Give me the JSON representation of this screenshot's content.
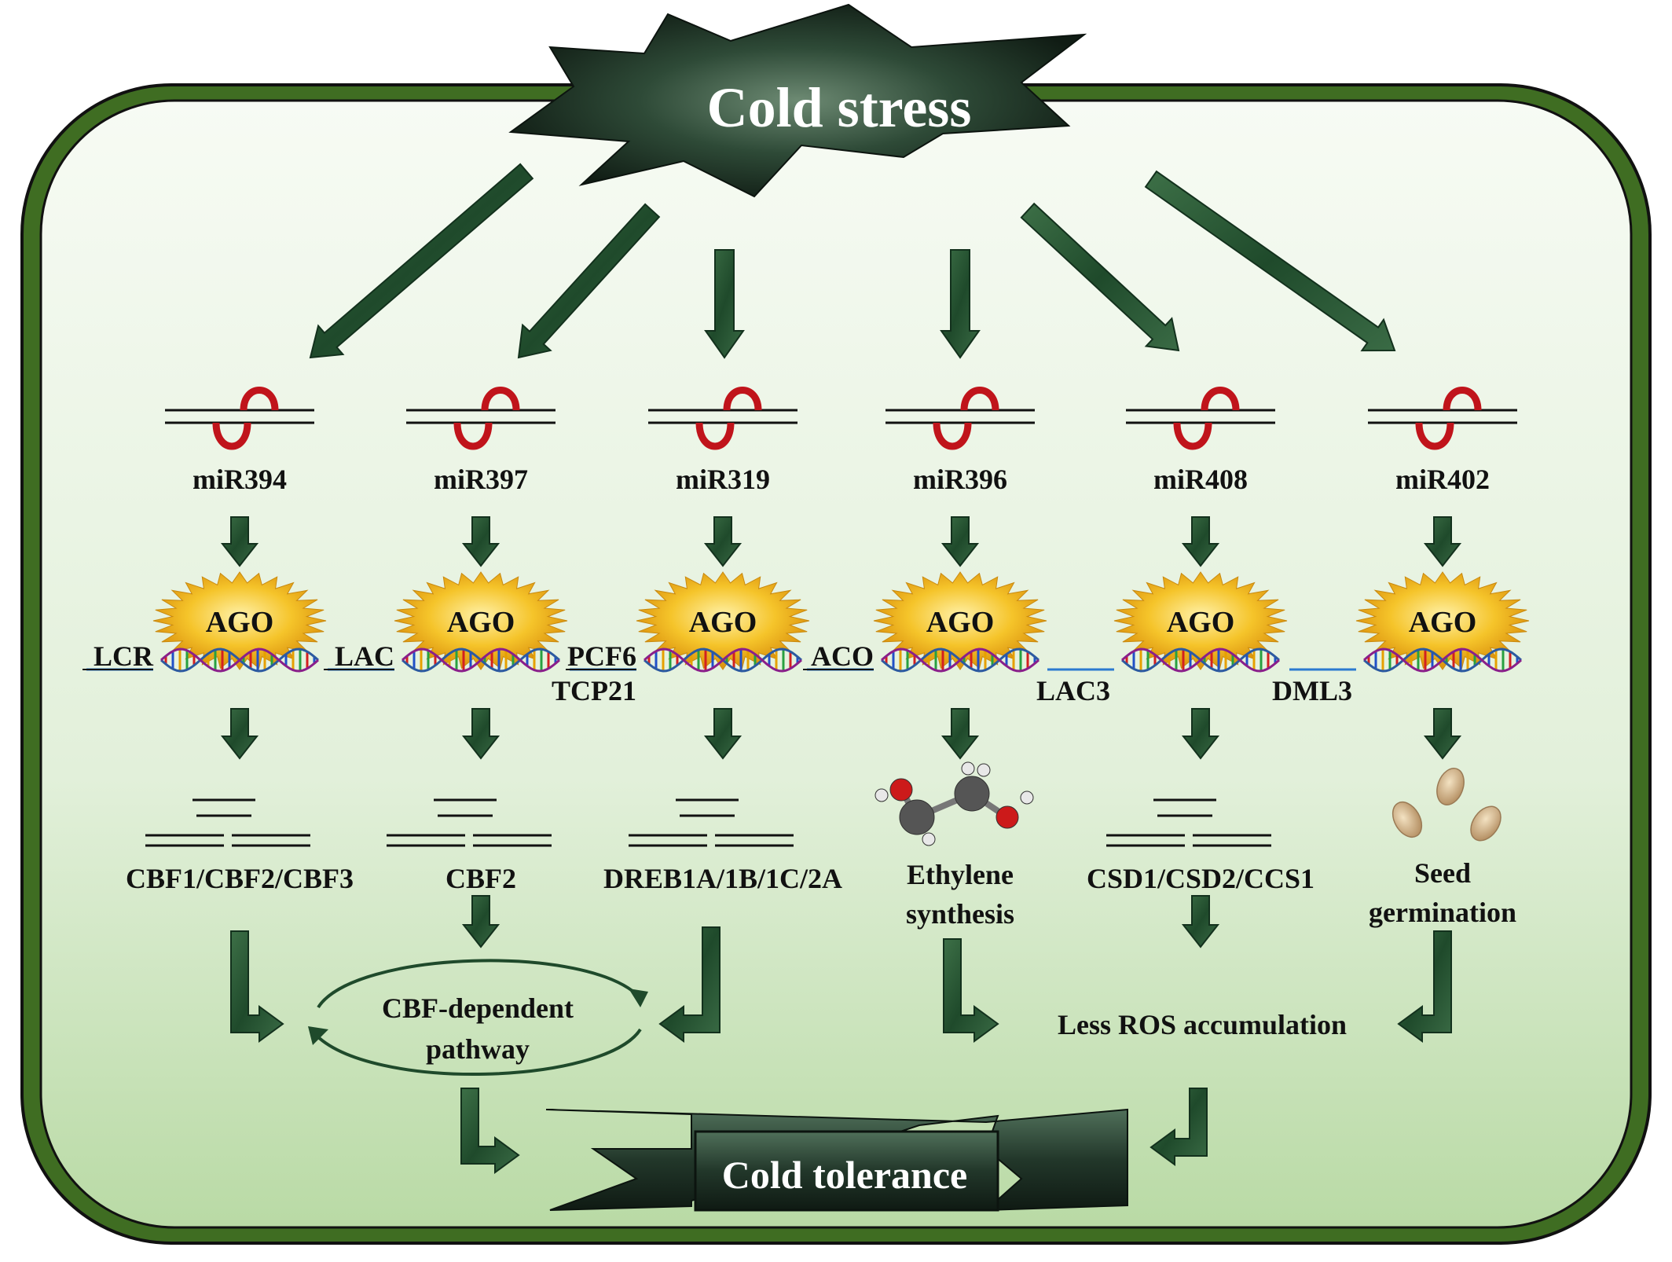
{
  "title": "Cold stress",
  "bottom_label": "Cold tolerance",
  "columns": [
    {
      "mirna": "miR394",
      "ago": "AGO",
      "targets": [
        "LCR"
      ],
      "product_type": "genes",
      "product": [
        "CBF1/CBF2/CBF3"
      ]
    },
    {
      "mirna": "miR397",
      "ago": "AGO",
      "targets": [
        "LAC"
      ],
      "product_type": "genes",
      "product": [
        "CBF2"
      ]
    },
    {
      "mirna": "miR319",
      "ago": "AGO",
      "targets": [
        "PCF6",
        "TCP21"
      ],
      "product_type": "genes",
      "product": [
        "DREB1A/1B/1C/2A"
      ]
    },
    {
      "mirna": "miR396",
      "ago": "AGO",
      "targets": [
        "ACO"
      ],
      "product_type": "molecule",
      "product": [
        "Ethylene",
        "synthesis"
      ]
    },
    {
      "mirna": "miR408",
      "ago": "AGO",
      "targets": [
        "LAC3"
      ],
      "product_type": "genes",
      "product": [
        "CSD1/CSD2/CCS1"
      ]
    },
    {
      "mirna": "miR402",
      "ago": "AGO",
      "targets": [
        "DML3"
      ],
      "product_type": "seeds",
      "product": [
        "Seed",
        "germination"
      ]
    }
  ],
  "pathway": [
    "CBF-dependent",
    "pathway"
  ],
  "ros": "Less ROS accumulation",
  "colors": {
    "frame": "#3f6d22",
    "frame_edge": "#111111",
    "arrow": "#2d5a36",
    "arrow_dark": "#13311d",
    "hairpin": "#c0141b",
    "ago_yellow": "#f2b81c",
    "background_top": "#f6fbf3",
    "background_bottom": "#bcdca9"
  }
}
